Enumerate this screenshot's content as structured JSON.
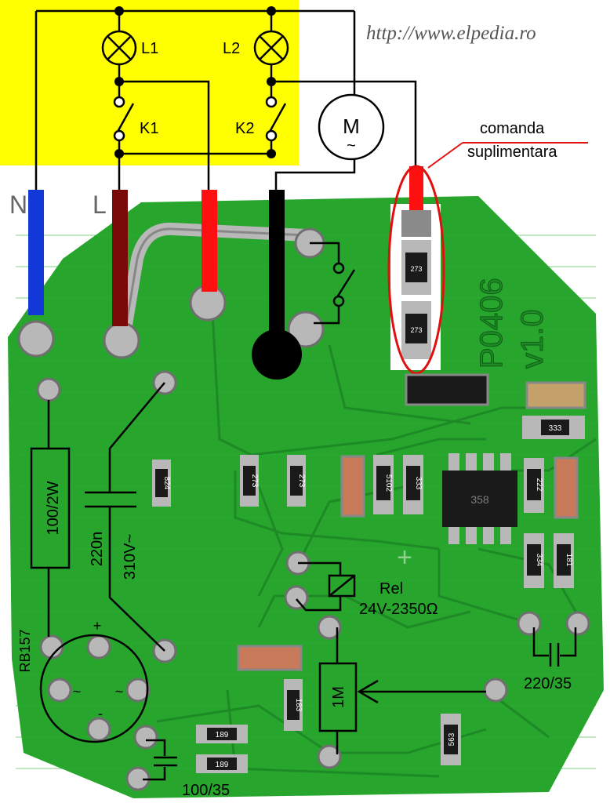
{
  "site_url": "http://www.elpedia.ro",
  "colors": {
    "pcb_green": "#27a52d",
    "trace_green": "#1e8a26",
    "yellow_panel": "#ffff00",
    "neutral_blue": "#1238d8",
    "line_dark_red": "#7a0a0a",
    "red_wire": "#ff1010",
    "black_wire": "#000000",
    "annotation_red": "#e01010"
  },
  "top_circuit": {
    "lamp_1": "L1",
    "lamp_2": "L2",
    "switch_1": "K1",
    "switch_2": "K2",
    "motor": "M",
    "motor_ac": "~"
  },
  "wires": {
    "neutral": "N",
    "line": "L"
  },
  "annotation": {
    "line1": "comanda",
    "line2": "suplimentara"
  },
  "board": {
    "model": "P0406",
    "version": "v1.0"
  },
  "components": {
    "resistor_power": "100/2W",
    "bridge": "RB157",
    "bridge_plus": "+",
    "bridge_minus": "-",
    "bridge_ac": "~",
    "capacitor_value": "220n",
    "capacitor_voltage": "310V~",
    "relay_name": "Rel",
    "relay_spec": "24V-2350Ω",
    "potentiometer": "1M",
    "cap_right": "220/35",
    "cap_bottom": "100/35",
    "ic_marking": "358",
    "smd_codes": [
      "273",
      "273",
      "824",
      "273",
      "273",
      "5102",
      "333",
      "222",
      "333",
      "334",
      "181",
      "183",
      "189",
      "189",
      "563"
    ]
  }
}
